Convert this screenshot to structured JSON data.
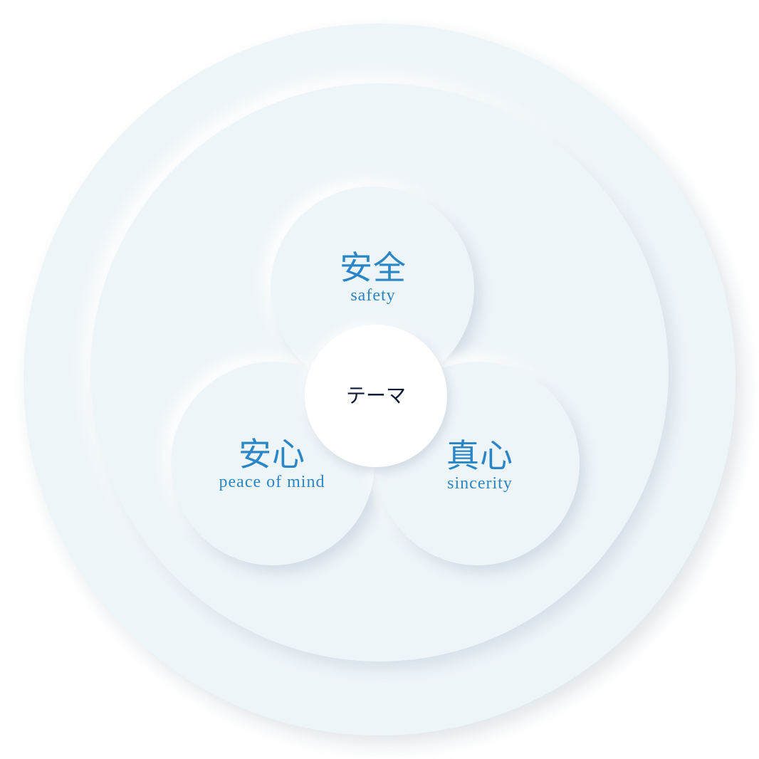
{
  "diagram": {
    "center": {
      "label": "テーマ"
    },
    "petals": [
      {
        "id": "safety",
        "kanji": "安全",
        "english": "safety"
      },
      {
        "id": "peace-of-mind",
        "kanji": "安心",
        "english": "peace of mind"
      },
      {
        "id": "sincerity",
        "kanji": "真心",
        "english": "sincerity"
      }
    ]
  },
  "colors": {
    "accent_text": "#2a86c6",
    "center_text": "#0d1b3a",
    "disc_fill": "#eef5f9",
    "center_fill": "#ffffff"
  }
}
